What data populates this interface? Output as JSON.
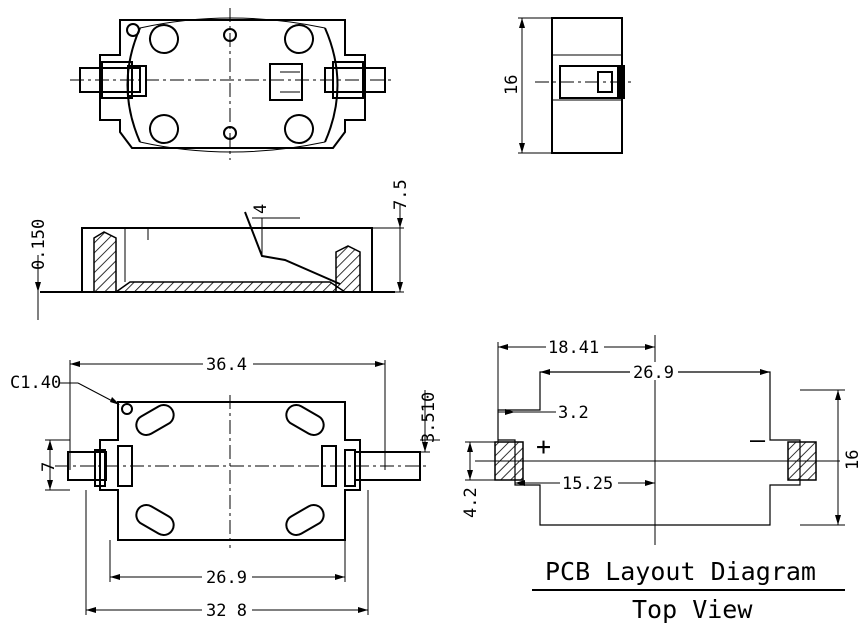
{
  "dimensions": {
    "top_height": "16",
    "side_height": "7.5",
    "side_gap": "4",
    "side_base": "0.150",
    "chamfer": "C1.40",
    "overall_width": "36.4",
    "right_offset": "3.510",
    "terminal_width": "7",
    "inner_width": "26.9",
    "total_width": "32 8",
    "pcb_offset": "18.41",
    "pcb_span": "26.9",
    "pad_offset": "3.2",
    "pad_spacing": "15.25",
    "pad_height": "4.2",
    "pcb_height": "16"
  },
  "labels": {
    "plus": "+",
    "minus": "—",
    "diagram_title": "PCB Layout Diagram",
    "view_title": "Top View"
  }
}
